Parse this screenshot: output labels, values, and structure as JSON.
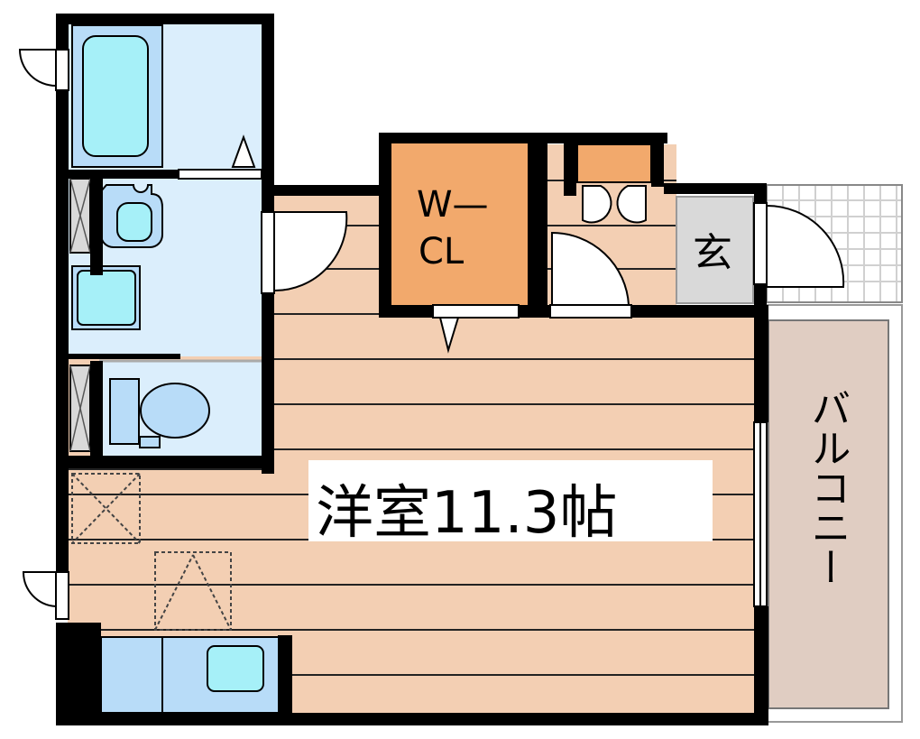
{
  "labels": {
    "main_room": "洋室11.3帖",
    "walk_in_closet_line1": "W—",
    "walk_in_closet_line2": "CL",
    "entrance": "玄",
    "balcony": "バルコニー"
  },
  "colors": {
    "wall": "#000000",
    "floor_wood": "#f3cfb3",
    "floor_lines": "#222222",
    "closet_fill": "#f2a96c",
    "wet_area": "#dbeefc",
    "fixture_blue": "#b8dcf8",
    "fixture_cyan": "#a6f0f8",
    "entrance_floor": "#d9d9d9",
    "balcony_fill": "#e0cdc2",
    "tile_grid": "#d8d8d8"
  }
}
